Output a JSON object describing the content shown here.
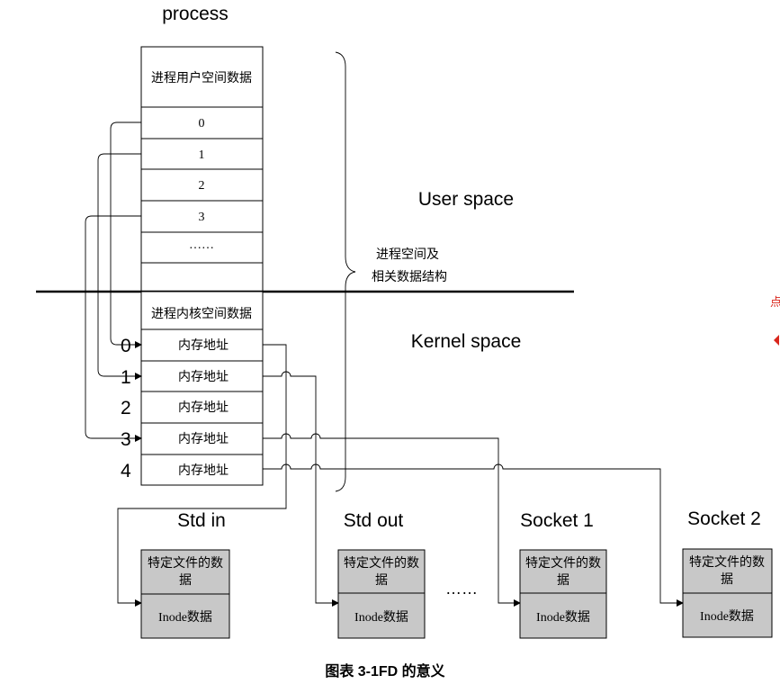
{
  "colors": {
    "line": "#000000",
    "file_box_fill": "#c8c8c8",
    "cell_fill": "#ffffff",
    "edge_mark_red": "#d9261c"
  },
  "process": {
    "title": "process",
    "user_data_label": "进程用户空间数据",
    "fd_rows": [
      "0",
      "1",
      "2",
      "3",
      "……"
    ],
    "kernel_data_label": "进程内核空间数据",
    "kernel_rows": [
      "内存地址",
      "内存地址",
      "内存地址",
      "内存地址",
      "内存地址"
    ],
    "kernel_indices": [
      "0",
      "1",
      "2",
      "3",
      "4"
    ]
  },
  "regions": {
    "user_space": "User space",
    "kernel_space": "Kernel space",
    "brace_label_line1": "进程空间及",
    "brace_label_line2": "相关数据结构"
  },
  "files": [
    {
      "name": "Std in",
      "data_line1": "特定文件的数",
      "data_line2": "据",
      "inode": "Inode数据"
    },
    {
      "name": "Std out",
      "data_line1": "特定文件的数",
      "data_line2": "据",
      "inode": "Inode数据"
    },
    {
      "name": "Socket 1",
      "data_line1": "特定文件的数",
      "data_line2": "据",
      "inode": "Inode数据"
    },
    {
      "name": "Socket 2",
      "data_line1": "特定文件的数",
      "data_line2": "据",
      "inode": "Inode数据"
    }
  ],
  "ellipsis": "……",
  "caption": "图表  3-1FD 的意义",
  "edge_mark_char": "点"
}
